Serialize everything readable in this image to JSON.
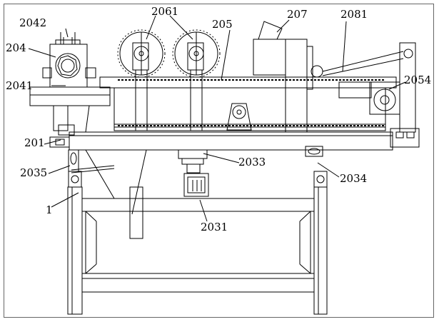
{
  "figure": {
    "labels": [
      {
        "id": "label-2042",
        "text": "2042"
      },
      {
        "id": "label-204",
        "text": "204"
      },
      {
        "id": "label-2041",
        "text": "2041"
      },
      {
        "id": "label-2061",
        "text": "2061"
      },
      {
        "id": "label-205",
        "text": "205"
      },
      {
        "id": "label-207",
        "text": "207"
      },
      {
        "id": "label-2081",
        "text": "2081"
      },
      {
        "id": "label-2054",
        "text": "2054"
      },
      {
        "id": "label-201",
        "text": "201"
      },
      {
        "id": "label-2035",
        "text": "2035"
      },
      {
        "id": "label-2033",
        "text": "2033"
      },
      {
        "id": "label-2034",
        "text": "2034"
      },
      {
        "id": "label-1",
        "text": "1"
      },
      {
        "id": "label-2031",
        "text": "2031"
      }
    ],
    "colors": {
      "line": "#000000",
      "background": "#ffffff",
      "border": "#555555"
    }
  }
}
